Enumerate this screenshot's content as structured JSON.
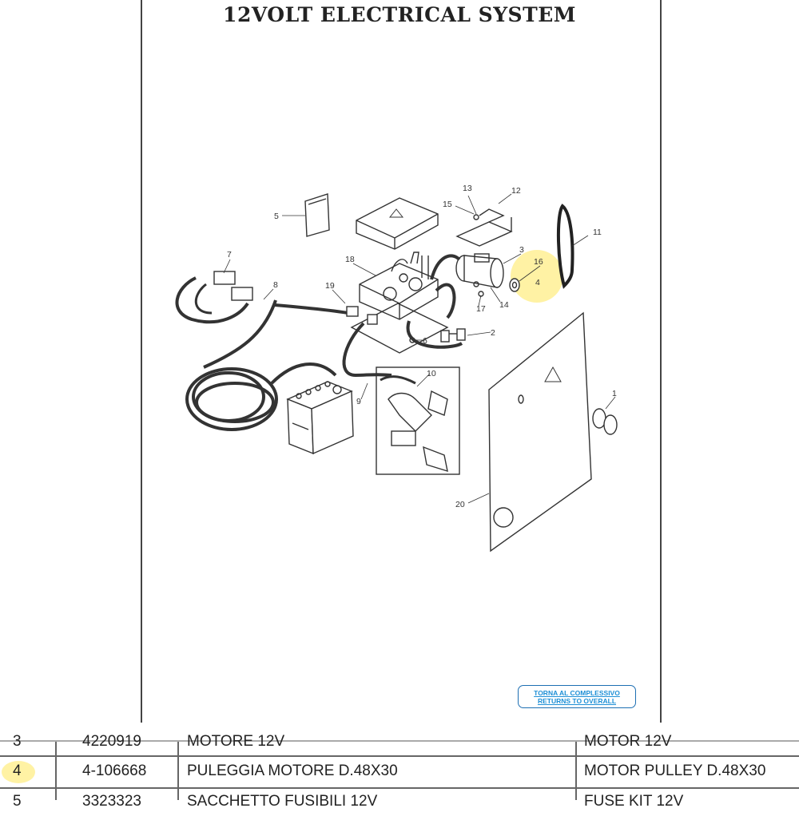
{
  "title": "12VOLT ELECTRICAL SYSTEM",
  "callouts": [
    "1",
    "2",
    "3",
    "4",
    "5",
    "6",
    "7",
    "8",
    "9",
    "10",
    "11",
    "12",
    "13",
    "14",
    "15",
    "16",
    "17",
    "18",
    "19",
    "20"
  ],
  "back_link": {
    "line1": "TORNA AL COMPLESSIVO",
    "line2": "RETURNS TO OVERALL"
  },
  "parts_table": {
    "rows": [
      {
        "ref": "3",
        "code": "4220919",
        "desc_it": "MOTORE 12V",
        "desc_en": "MOTOR 12V"
      },
      {
        "ref": "4",
        "code": "4-106668",
        "desc_it": "PULEGGIA MOTORE D.48X30",
        "desc_en": "MOTOR PULLEY D.48X30",
        "highlighted": true
      },
      {
        "ref": "5",
        "code": "3323323",
        "desc_it": "SACCHETTO FUSIBILI 12V",
        "desc_en": "FUSE KIT 12V"
      }
    ]
  },
  "colors": {
    "highlight": "#ffe85a",
    "link": "#1d8fd6"
  }
}
